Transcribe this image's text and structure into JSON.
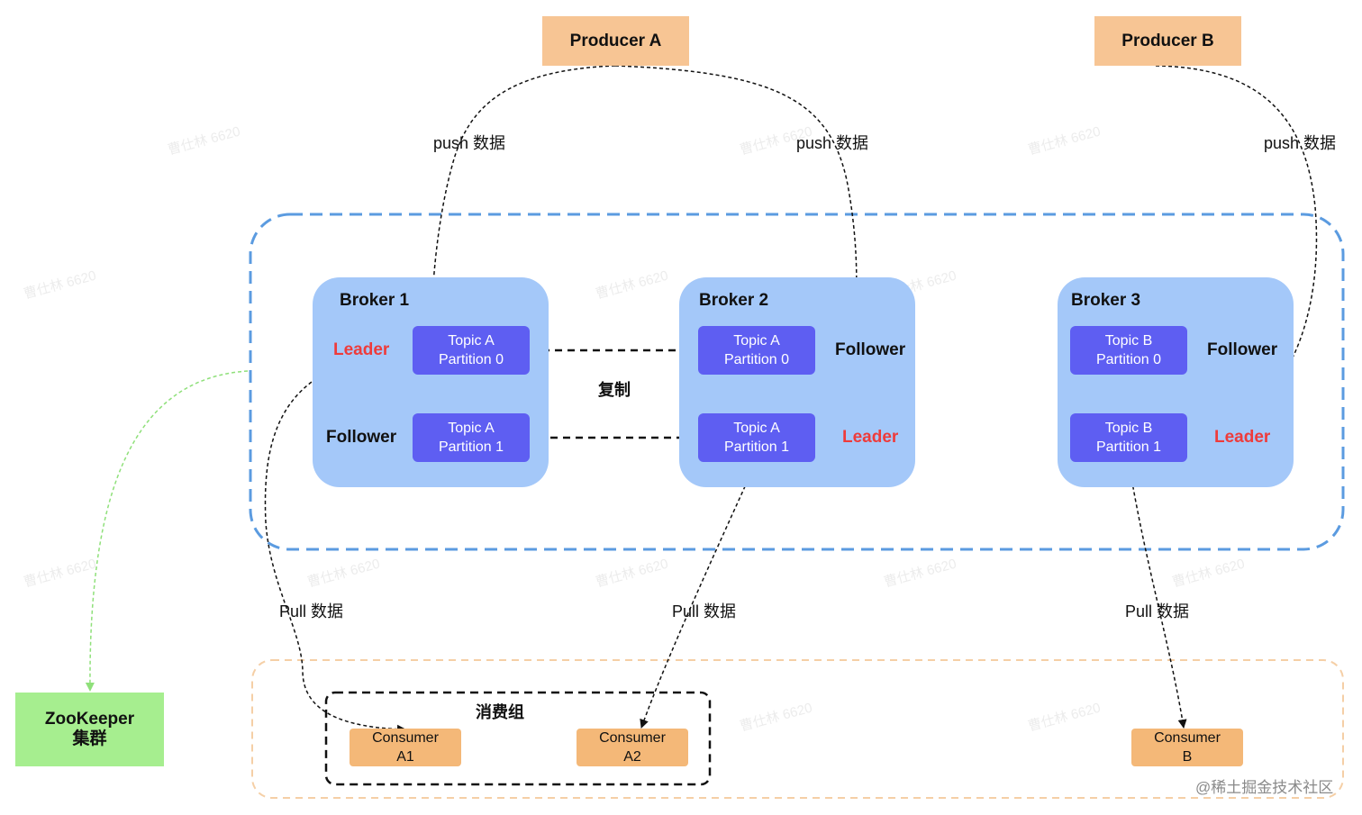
{
  "producers": [
    {
      "label": "Producer A"
    },
    {
      "label": "Producer B"
    }
  ],
  "brokers": [
    {
      "title": "Broker 1"
    },
    {
      "title": "Broker 2"
    },
    {
      "title": "Broker 3"
    }
  ],
  "partitions": [
    {
      "topic": "Topic A",
      "partition": "Partition 0"
    },
    {
      "topic": "Topic A",
      "partition": "Partition 1"
    },
    {
      "topic": "Topic A",
      "partition": "Partition 0"
    },
    {
      "topic": "Topic A",
      "partition": "Partition 1"
    },
    {
      "topic": "Topic B",
      "partition": "Partition 0"
    },
    {
      "topic": "Topic B",
      "partition": "Partition 1"
    }
  ],
  "roles": {
    "leader": "Leader",
    "follower": "Follower"
  },
  "labels": {
    "push": "push 数据",
    "pull": "Pull 数据",
    "replicate": "复制",
    "consumer_group": "消费组"
  },
  "consumers": [
    {
      "line1": "Consumer",
      "line2": "A1"
    },
    {
      "line1": "Consumer",
      "line2": "A2"
    },
    {
      "line1": "Consumer",
      "line2": "B"
    }
  ],
  "zookeeper": {
    "line1": "ZooKeeper",
    "line2": "集群"
  },
  "watermark": "曹仕林 6620",
  "footer": "@稀土掘金技术社区",
  "colors": {
    "producer": "#f7c594",
    "broker": "#a4c8f9",
    "partition": "#5e5ef2",
    "leader_text": "#ee3b3b",
    "consumer": "#f4b878",
    "zookeeper": "#a6ee8f",
    "cluster_border": "#5b9be0",
    "consumer_area_border": "#f5cfa6",
    "zk_link": "#8fe07a"
  }
}
